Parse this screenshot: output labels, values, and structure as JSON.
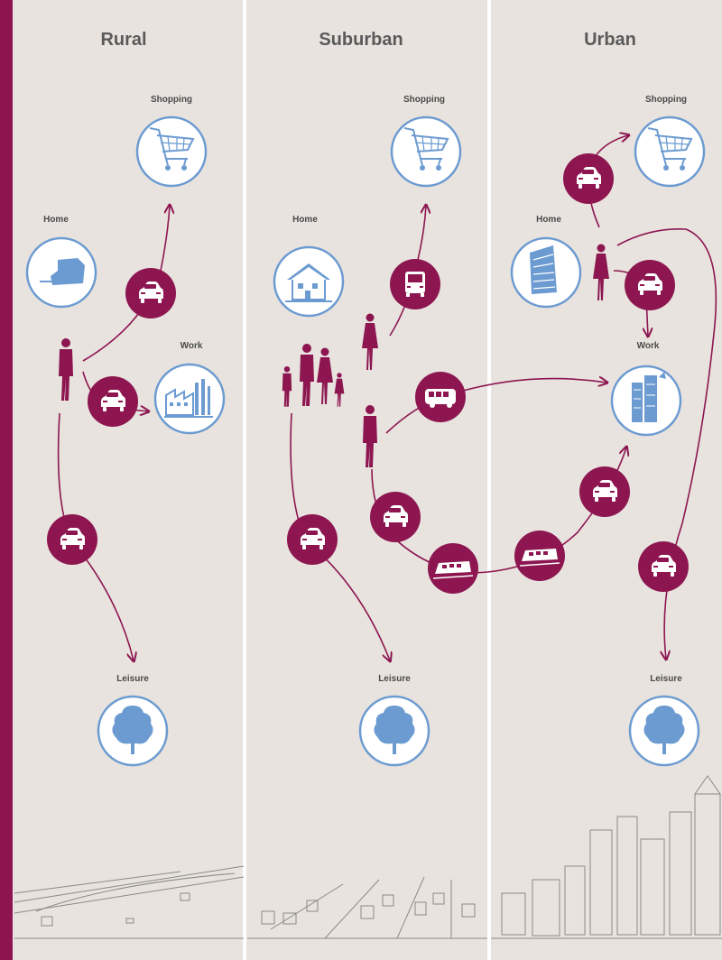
{
  "columns": [
    {
      "title": "Rural"
    },
    {
      "title": "Suburban"
    },
    {
      "title": "Urban"
    }
  ],
  "labels": {
    "rural_shopping": "Shopping",
    "rural_home": "Home",
    "rural_work": "Work",
    "rural_leisure": "Leisure",
    "suburban_shopping": "Shopping",
    "suburban_home": "Home",
    "suburban_leisure": "Leisure",
    "urban_shopping": "Shopping",
    "urban_home": "Home",
    "urban_work": "Work",
    "urban_leisure": "Leisure"
  },
  "colors": {
    "accent": "#8d1651",
    "destination_stroke": "#6c9bd1",
    "background": "#e8e3de",
    "divider": "#ffffff"
  },
  "icons": [
    "car-icon",
    "bus-icon",
    "train-icon",
    "shopping-cart-icon",
    "house-icon",
    "factory-icon",
    "office-tower-icon",
    "tree-icon",
    "person-icon",
    "family-icon"
  ]
}
